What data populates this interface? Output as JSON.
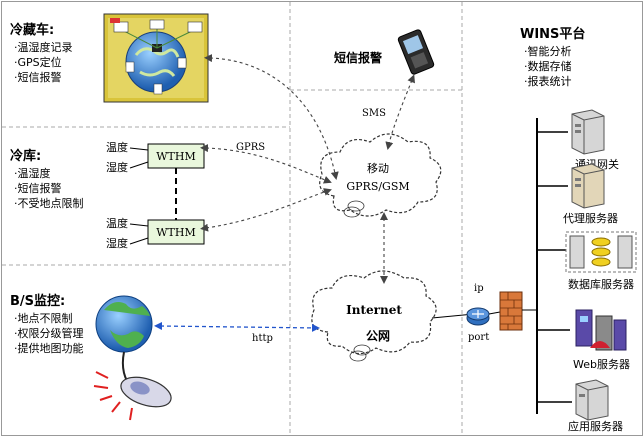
{
  "truck": {
    "title": "冷藏车:",
    "items": [
      "·温湿度记录",
      "·GPS定位",
      "·短信报警"
    ]
  },
  "cold_storage": {
    "title": "冷库:",
    "items": [
      "·温湿度",
      "·短信报警",
      "·不受地点限制"
    ],
    "sensor_a": {
      "label": "WTHM",
      "temp": "温度",
      "humid": "湿度"
    },
    "sensor_b": {
      "label": "WTHM",
      "temp": "温度",
      "humid": "湿度"
    }
  },
  "bs": {
    "title": "B/S监控:",
    "items": [
      "·地点不限制",
      "·权限分级管理",
      "·提供地图功能"
    ]
  },
  "sms_alarm": {
    "label": "短信报警"
  },
  "links": {
    "sms": "SMS",
    "gprs": "GPRS",
    "http": "http",
    "ip": "ip",
    "port": "port"
  },
  "mobile_cloud": {
    "line1": "移动",
    "line2": "GPRS/GSM"
  },
  "internet_cloud": {
    "line1": "Internet",
    "line2": "公网"
  },
  "wins": {
    "title": "WINS平台",
    "items": [
      "·智能分析",
      "·数据存储",
      "·报表统计"
    ]
  },
  "servers": [
    {
      "label": "通讯网关",
      "icon": "gateway-server-icon"
    },
    {
      "label": "代理服务器",
      "icon": "proxy-server-icon"
    },
    {
      "label": "数据库服务器",
      "icon": "database-server-icon"
    },
    {
      "label": "Web服务器",
      "icon": "web-server-icon"
    },
    {
      "label": "应用服务器",
      "icon": "application-server-icon"
    }
  ],
  "colors": {
    "map_bg": "#d9c43a",
    "wthm_fill": "#e9f7dc",
    "cloud_fill": "#ffffff",
    "arrow": "#555555",
    "router": "#2f6fbf",
    "firewall": "#d9783a"
  }
}
